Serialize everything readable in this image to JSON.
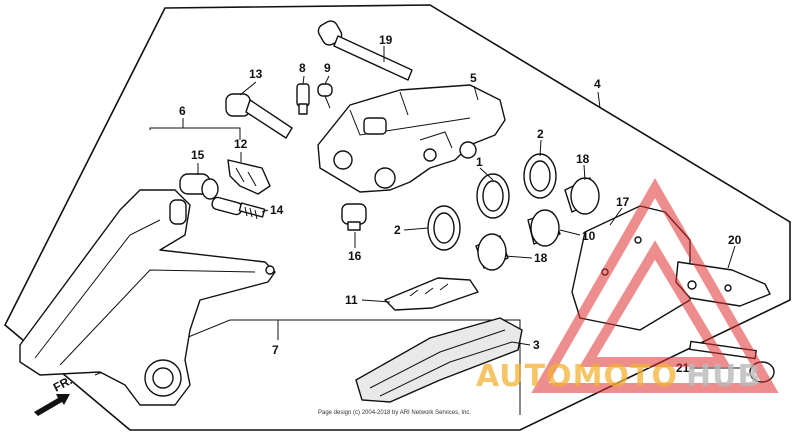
{
  "diagram": {
    "callouts": {
      "c1": "1",
      "c2a": "2",
      "c2b": "2",
      "c3": "3",
      "c4": "4",
      "c5": "5",
      "c6": "6",
      "c7": "7",
      "c8": "8",
      "c9": "9",
      "c10": "10",
      "c11": "11",
      "c12": "12",
      "c13": "13",
      "c14": "14",
      "c15": "15",
      "c16": "16",
      "c17": "17",
      "c18a": "18",
      "c18b": "18",
      "c19": "19",
      "c20": "20",
      "c21": "21"
    },
    "front_label": "FR.",
    "copyright": "Page design (c) 2004-2018 by ARI Network Services, Inc."
  },
  "watermark": {
    "part1": "AUTOMOTO",
    "part2": "HUB",
    "color_red": "#e0302f",
    "color_gold": "#f2b134",
    "color_gray": "#b9b9b9"
  }
}
